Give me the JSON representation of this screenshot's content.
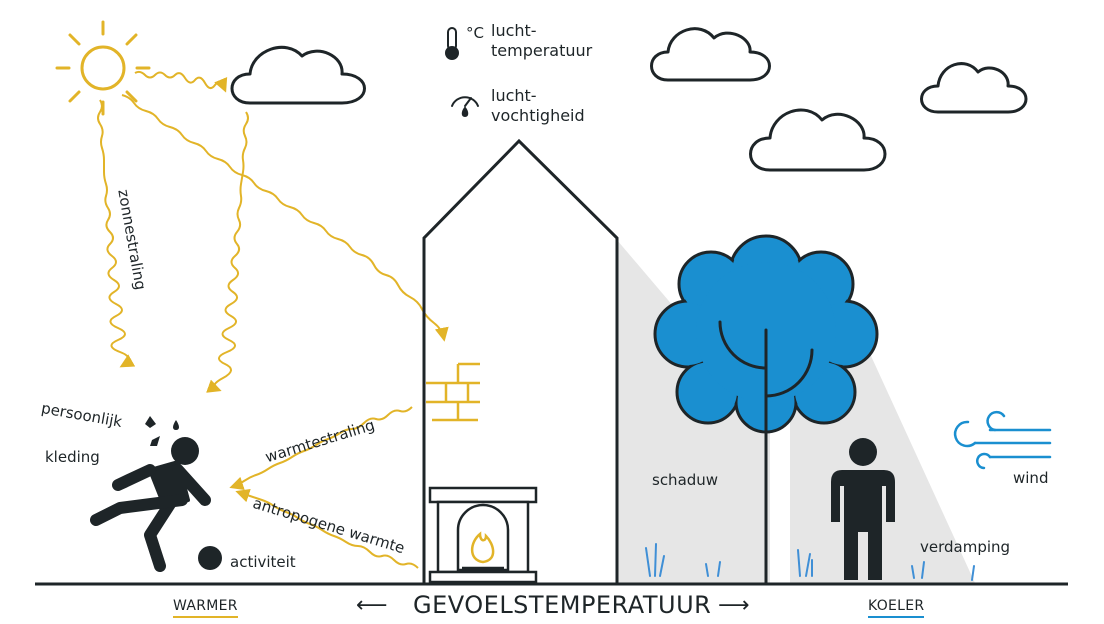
{
  "labels": {
    "air_temperature": [
      "lucht-",
      "temperatuur"
    ],
    "air_temperature_unit": "°C",
    "air_humidity": [
      "lucht-",
      "vochtigheid"
    ],
    "solar_radiation": "zonnestraling",
    "heat_radiation": "warmtestraling",
    "anthropogenic_heat": "antropogene warmte",
    "personal": "persoonlijk",
    "clothing": "kleding",
    "activity": "activiteit",
    "shade": "schaduw",
    "wind": "wind",
    "evaporation": "verdamping"
  },
  "footer": {
    "warmer": "WARMER",
    "title": "GEVOELSTEMPERATUUR",
    "cooler": "KOELER",
    "arrow_left": "⟵",
    "arrow_right": "⟶"
  },
  "colors": {
    "ink": "#1e2528",
    "sun": "#e2b428",
    "tree": "#1a8fd0",
    "shadow": "#e6e6e6",
    "grass": "#3f8fd6"
  }
}
